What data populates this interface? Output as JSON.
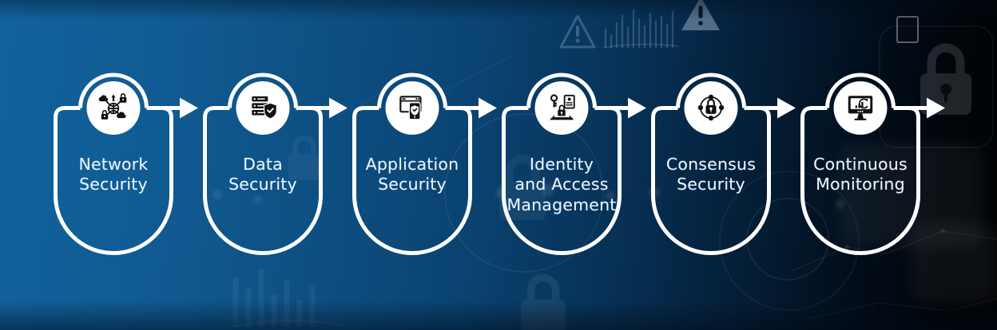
{
  "diagram": {
    "type": "process-flow",
    "description": "Blockchain security process flow infographic with six connected steps"
  },
  "steps": [
    {
      "name": "network-security",
      "label": "Network\nSecurity",
      "icon": "network-globe-locks-icon"
    },
    {
      "name": "data-security",
      "label": "Data\nSecurity",
      "icon": "server-shield-icon"
    },
    {
      "name": "application-security",
      "label": "Application\nSecurity",
      "icon": "app-window-shield-icon"
    },
    {
      "name": "identity-access-management",
      "label": "Identity\nand Access\nManagement",
      "icon": "key-id-laptop-icon"
    },
    {
      "name": "consensus-security",
      "label": "Consensus\nSecurity",
      "icon": "lock-network-icon"
    },
    {
      "name": "continuous-monitoring",
      "label": "Continuous\nMonitoring",
      "icon": "monitor-chart-refresh-icon"
    }
  ],
  "colors": {
    "background_left": "#12629e",
    "background_right": "#010304",
    "stroke": "#ffffff",
    "node_fill": "#ffffff",
    "icon_ink": "#111111",
    "label_text": "#eaf5fd"
  },
  "background": {
    "elements": [
      "warning-triangle-outline-icon",
      "bar-chart-lines-icon",
      "warning-triangle-filled-icon",
      "small-monitor-outline-icon",
      "padlock-watermark-right",
      "padlock-watermark-center",
      "padlock-watermark-bottom",
      "padlock-watermark-left",
      "bar-chart-watermark-bottom-left",
      "circle-rings-watermark",
      "circuit-lines-watermark",
      "bokeh-dots"
    ]
  }
}
